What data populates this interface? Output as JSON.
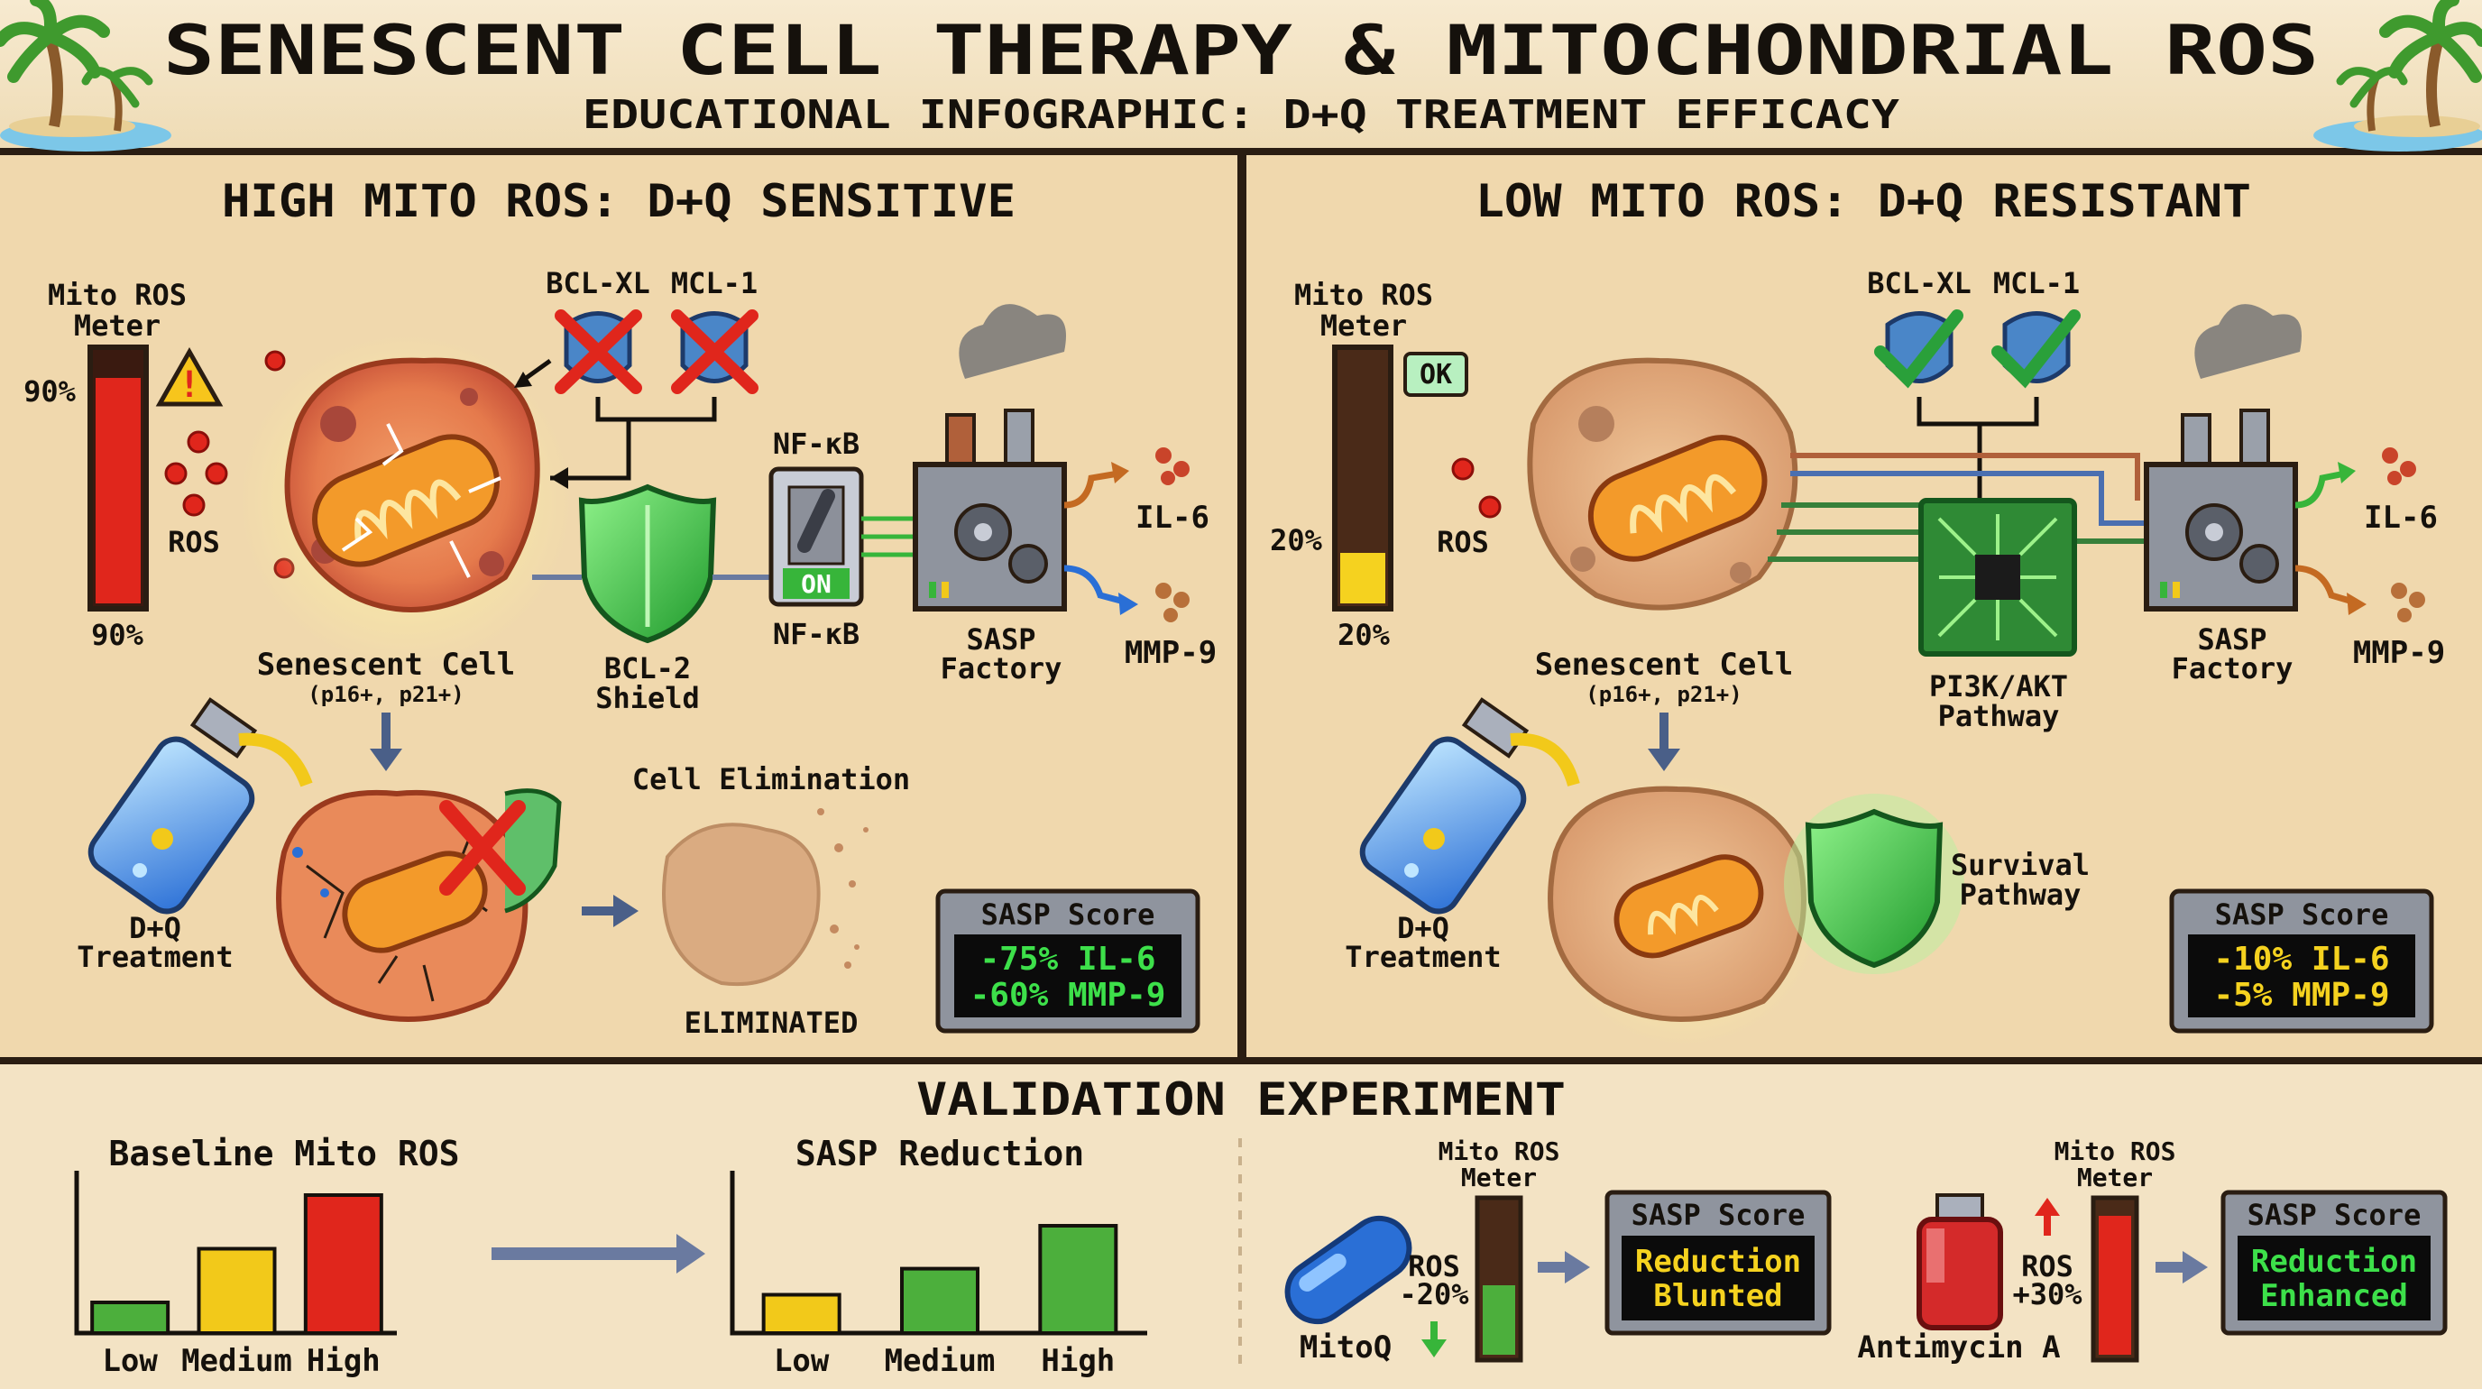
{
  "header": {
    "title": "SENESCENT CELL THERAPY & MITOCHONDRIAL ROS",
    "subtitle": "EDUCATIONAL INFOGRAPHIC: D+Q TREATMENT EFFICACY"
  },
  "panel_high": {
    "title": "HIGH MITO ROS: D+Q SENSITIVE",
    "meter_label_1": "Mito ROS",
    "meter_label_2": "Meter",
    "meter_value_top": "90%",
    "meter_value_bottom": "90%",
    "meter_level": 0.9,
    "ros_label": "ROS",
    "bclxl": "BCL-XL",
    "mcl1": "MCL-1",
    "nfkb_top": "NF-κB",
    "nfkb_on": "ON",
    "nfkb_bottom": "NF-κB",
    "cell_label": "Senescent Cell",
    "cell_markers": "(p16+, p21+)",
    "shield_1": "BCL-2",
    "shield_2": "Shield",
    "factory_1": "SASP",
    "factory_2": "Factory",
    "il6": "IL-6",
    "mmp9": "MMP-9",
    "treatment_1": "D+Q",
    "treatment_2": "Treatment",
    "elimination": "Cell Elimination",
    "eliminated": "ELIMINATED",
    "score_title": "SASP Score",
    "score_line_1": "-75% IL-6",
    "score_line_2": "-60% MMP-9"
  },
  "panel_low": {
    "title": "LOW MITO ROS: D+Q RESISTANT",
    "meter_label_1": "Mito ROS",
    "meter_label_2": "Meter",
    "meter_ok": "OK",
    "meter_value_top": "20%",
    "meter_value_bottom": "20%",
    "meter_level": 0.2,
    "ros_label": "ROS",
    "bclxl": "BCL-XL",
    "mcl1": "MCL-1",
    "cell_label": "Senescent Cell",
    "cell_markers": "(p16+, p21+)",
    "pathway_1": "PI3K/AKT",
    "pathway_2": "Pathway",
    "factory_1": "SASP",
    "factory_2": "Factory",
    "il6": "IL-6",
    "mmp9": "MMP-9",
    "treatment_1": "D+Q",
    "treatment_2": "Treatment",
    "survival_1": "Survival",
    "survival_2": "Pathway",
    "score_title": "SASP Score",
    "score_line_1": "-10% IL-6",
    "score_line_2": "-5% MMP-9"
  },
  "validation": {
    "title": "VALIDATION EXPERIMENT",
    "baseline_title": "Baseline Mito ROS",
    "reduction_title": "SASP Reduction",
    "mitoq_label": "MitoQ",
    "mitoq_ros_1": "ROS",
    "mitoq_ros_2": "-20%",
    "meter_1": "Mito ROS",
    "meter_2": "Meter",
    "blunted_title": "SASP Score",
    "blunted_1": "Reduction",
    "blunted_2": "Blunted",
    "antimycin_label": "Antimycin A",
    "anti_ros_1": "ROS",
    "anti_ros_2": "+30%",
    "enhanced_title": "SASP Score",
    "enhanced_1": "Reduction",
    "enhanced_2": "Enhanced"
  },
  "chart_data": [
    {
      "type": "bar",
      "title": "Baseline Mito ROS",
      "categories": [
        "Low",
        "Medium",
        "High"
      ],
      "values": [
        20,
        55,
        90
      ],
      "colors": [
        "#4caf3c",
        "#f2c91a",
        "#e0261c"
      ],
      "ylim": [
        0,
        100
      ],
      "grid": false
    },
    {
      "type": "bar",
      "title": "SASP Reduction",
      "categories": [
        "Low",
        "Medium",
        "High"
      ],
      "values": [
        25,
        42,
        70
      ],
      "colors": [
        "#f2c91a",
        "#4caf3c",
        "#4caf3c"
      ],
      "ylim": [
        0,
        100
      ],
      "grid": false
    }
  ],
  "colors": {
    "background": "#f3e3c4",
    "panel": "#f0d8ad",
    "border": "#2a1d12",
    "danger": "#e0261c",
    "ok": "#37b53a",
    "warn": "#f2c91a",
    "screen_green": "#3de04a",
    "screen_yellow": "#f5d21f"
  }
}
